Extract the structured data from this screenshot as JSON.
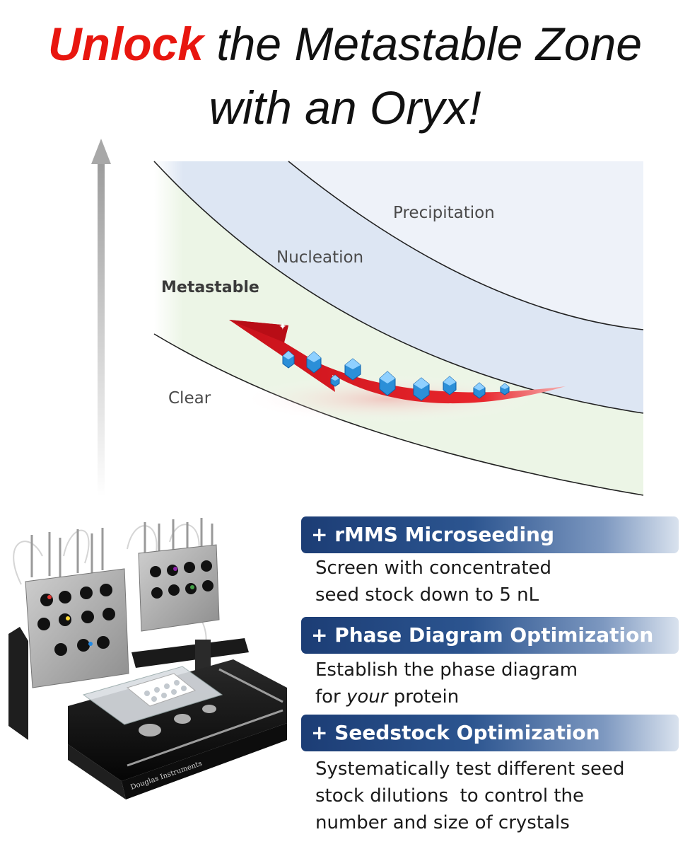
{
  "headline": {
    "line1_accent": "Unlock",
    "line1_rest": " the Metastable Zone",
    "line2": "with an Oryx!",
    "accent_color": "#e8160f"
  },
  "diagram": {
    "zones": {
      "precipitation": "Precipitation",
      "nucleation": "Nucleation",
      "metastable": "Metastable",
      "clear": "Clear"
    },
    "arrow_color": "#d71920",
    "crystal_color": "#2b8fd8",
    "axis_arrow_color": "#b8b8b8"
  },
  "machine": {
    "brand_label": "Douglas Instruments"
  },
  "features": [
    {
      "title": "+ rMMS Microseeding",
      "lines": [
        "Screen with concentrated",
        "seed stock down to 5 nL"
      ]
    },
    {
      "title": "+ Phase Diagram Optimization",
      "line1": "Establish the phase diagram",
      "line2_pre": "for ",
      "line2_em": "your",
      "line2_post": " protein"
    },
    {
      "title": "+ Seedstock Optimization",
      "lines": [
        "Systematically test different seed",
        "stock dilutions  to control the",
        "number and size of crystals"
      ]
    }
  ],
  "bar_color": "#1c3d75"
}
